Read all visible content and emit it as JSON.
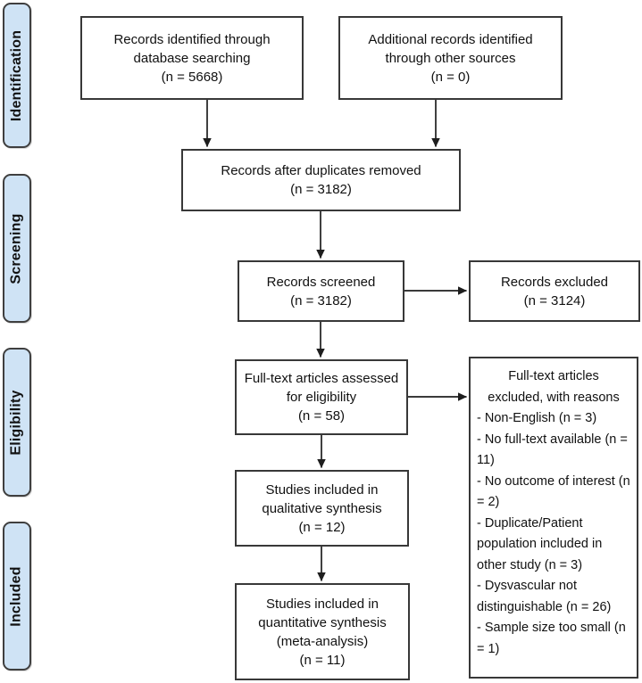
{
  "colors": {
    "stage_fill": "#cfe3f5",
    "stage_border": "#3f3f3f",
    "node_border": "#383838",
    "arrow": "#1e1e1e",
    "text": "#111111"
  },
  "stages": [
    {
      "label": "Identification"
    },
    {
      "label": "Screening"
    },
    {
      "label": "Eligibility"
    },
    {
      "label": "Included"
    }
  ],
  "nodes": {
    "records_identified": {
      "lines": [
        "Records identified through",
        "database searching",
        "(n = 5668)"
      ]
    },
    "additional_records": {
      "lines": [
        "Additional records identified",
        "through other sources",
        "(n = 0)"
      ]
    },
    "duplicates_removed": {
      "lines": [
        "Records after duplicates removed",
        "(n = 3182)"
      ]
    },
    "records_screened": {
      "lines": [
        "Records screened",
        "(n = 3182)"
      ]
    },
    "records_excluded": {
      "lines": [
        "Records excluded",
        "(n = 3124)"
      ]
    },
    "fulltext_assessed": {
      "lines": [
        "Full-text articles assessed",
        "for eligibility",
        "(n = 58)"
      ]
    },
    "fulltext_excluded": {
      "heading_lines": [
        "Full-text articles",
        "excluded, with reasons"
      ],
      "items": [
        "- Non-English (n = 3)",
        "- No full-text available (n = 11)",
        "- No outcome of interest (n = 2)",
        "- Duplicate/Patient population included in other study (n = 3)",
        "- Dysvascular not distinguishable (n = 26)",
        "- Sample size too small (n = 1)"
      ]
    },
    "qualitative_synthesis": {
      "lines": [
        "Studies included in",
        "qualitative synthesis",
        "(n = 12)"
      ]
    },
    "quantitative_synthesis": {
      "lines": [
        "Studies included in",
        "quantitative synthesis",
        "(meta-analysis)",
        "(n = 11)"
      ]
    }
  }
}
